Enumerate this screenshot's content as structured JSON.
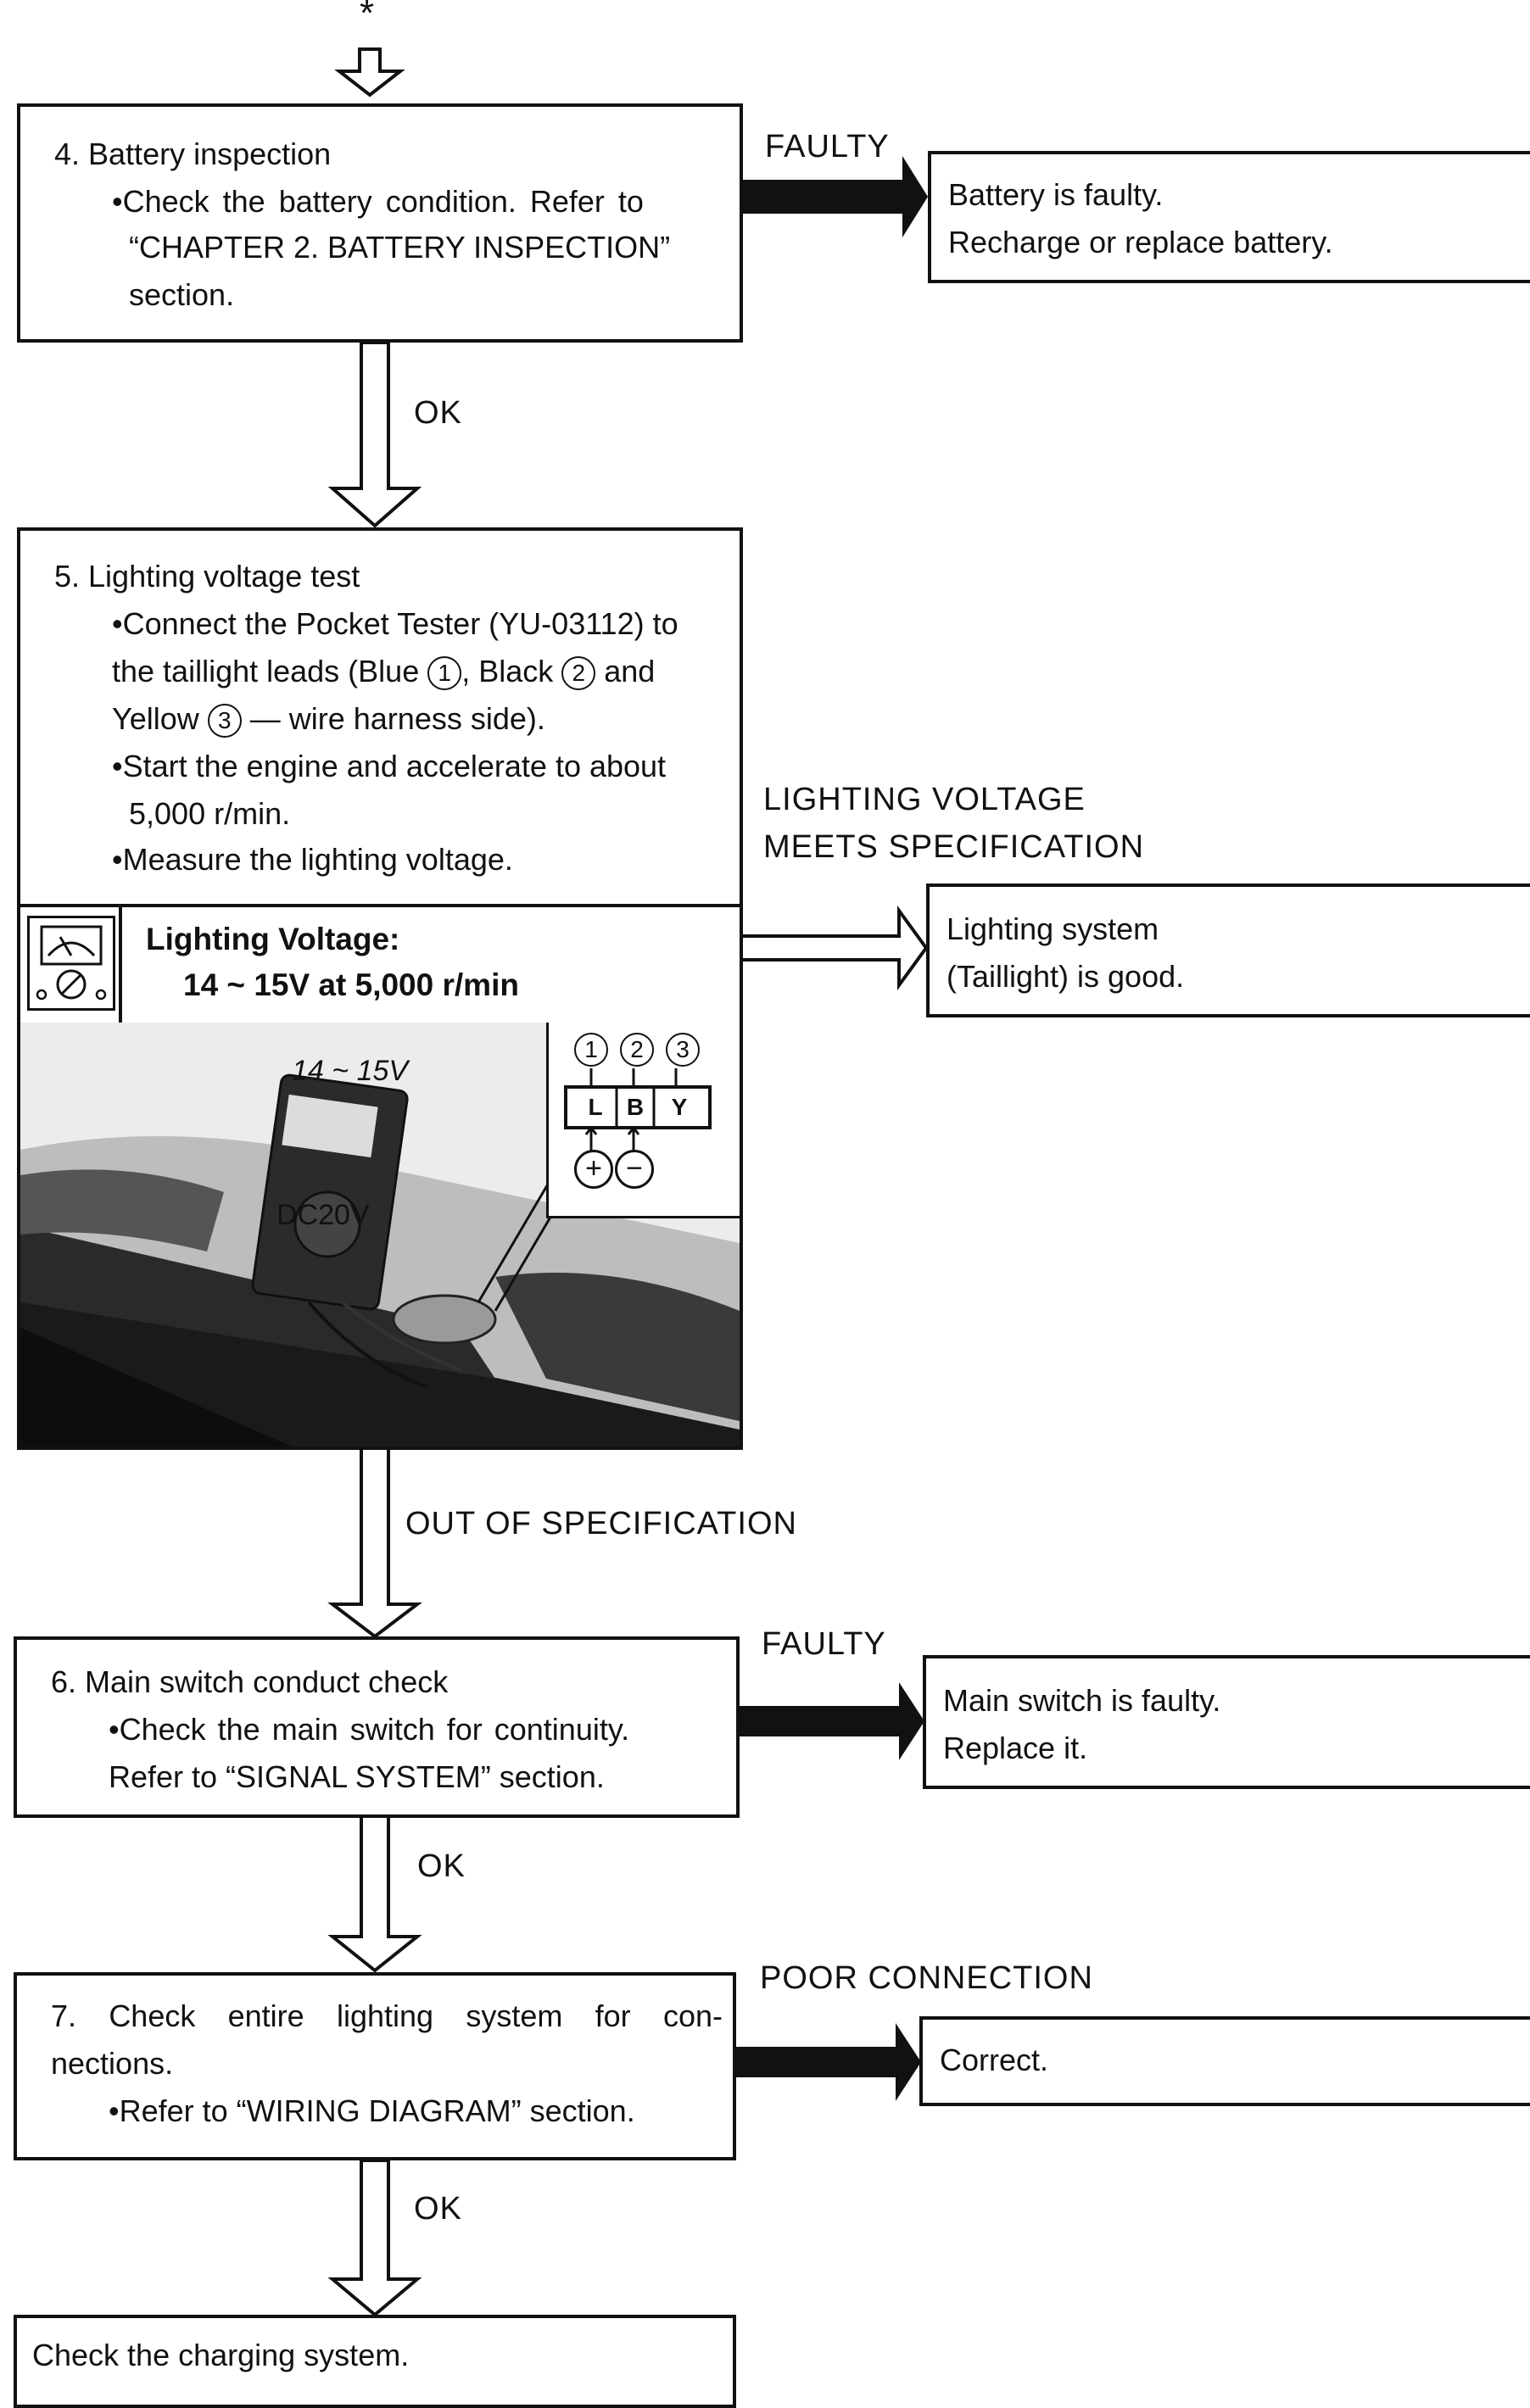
{
  "top_marker": "*",
  "step4": {
    "title": "4. Battery inspection",
    "line1": "•Check the battery condition. Refer to",
    "line2": "“CHAPTER 2. BATTERY INSPECTION”",
    "line3": "section.",
    "branch_label": "FAULTY",
    "result_line1": "Battery is faulty.",
    "result_line2": "Recharge or replace battery.",
    "ok_label": "OK"
  },
  "step5": {
    "title": "5. Lighting voltage test",
    "line1": "•Connect the Pocket Tester (YU-03112) to",
    "line2a": "the taillight leads (Blue ",
    "c1": "1",
    "line2b": ", Black ",
    "c2": "2",
    "line2c": " and",
    "line3a": "Yellow ",
    "c3": "3",
    "line3b": " — wire harness side).",
    "line4": "•Start the engine and accelerate to about",
    "line5": "5,000 r/min.",
    "line6": "•Measure the lighting voltage.",
    "spec_label": "Lighting Voltage:",
    "spec_value": "14 ~ 15V at 5,000 r/min",
    "photo_reading": "14 ~ 15V",
    "photo_meter": "DC20V",
    "connector_nums": [
      "1",
      "2",
      "3"
    ],
    "connector_pins": [
      "L",
      "B",
      "Y"
    ],
    "polarity": [
      "+",
      "−"
    ],
    "branch_label_1": "LIGHTING VOLTAGE",
    "branch_label_2": "MEETS SPECIFICATION",
    "result_line1": "Lighting system",
    "result_line2": "(Taillight) is good.",
    "out_label": "OUT OF SPECIFICATION"
  },
  "step6": {
    "title": "6. Main switch conduct check",
    "line1": "•Check the main switch for continuity.",
    "line2": "Refer to “SIGNAL SYSTEM” section.",
    "branch_label": "FAULTY",
    "result_line1": "Main switch is faulty.",
    "result_line2": "Replace it.",
    "ok_label": "OK"
  },
  "step7": {
    "title_words": [
      "7.",
      "Check",
      "entire",
      "lighting",
      "system",
      "for",
      "con-"
    ],
    "line2": "nections.",
    "line3": "•Refer to “WIRING DIAGRAM” section.",
    "branch_label": "POOR CONNECTION",
    "result": "Correct.",
    "ok_label": "OK"
  },
  "final": {
    "text": "Check the charging system."
  }
}
